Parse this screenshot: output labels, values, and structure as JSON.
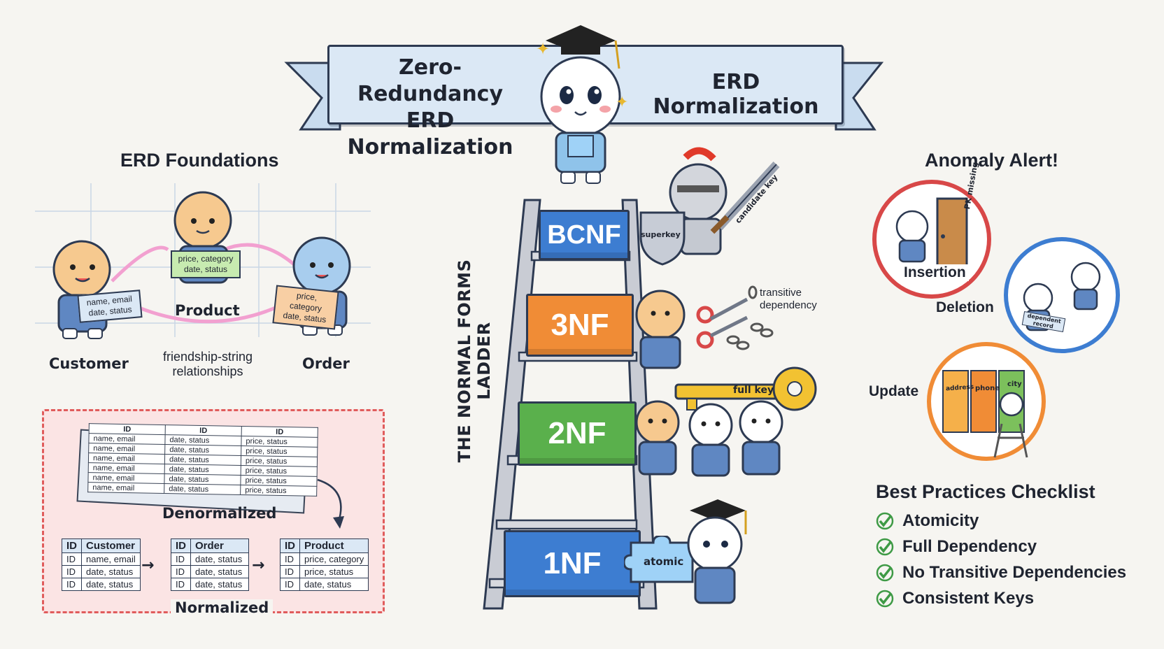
{
  "header": {
    "title_left_line1": "Zero-Redundancy",
    "title_left_line2": "ERD Normalization",
    "title_right": "ERD Normalization"
  },
  "foundations": {
    "title": "ERD Foundations",
    "entities": [
      {
        "name": "Customer",
        "card_text": [
          "name, email",
          "date, status"
        ]
      },
      {
        "name": "Product",
        "card_text": [
          "price, category",
          "date, status"
        ]
      },
      {
        "name": "Order",
        "card_text": [
          "price, category",
          "date, status"
        ]
      }
    ],
    "relationship_caption": [
      "friendship-string",
      "relationships"
    ]
  },
  "denormalized": {
    "label": "Denormalized",
    "headers": [
      "ID",
      "ID",
      "ID"
    ],
    "rows": [
      [
        "name, email",
        "date, status",
        "price, status"
      ],
      [
        "name, email",
        "date, status",
        "price, status"
      ],
      [
        "name, email",
        "date, status",
        "price, status"
      ],
      [
        "name, email",
        "date, status",
        "price, status"
      ],
      [
        "name, email",
        "date, status",
        "price, status"
      ],
      [
        "name, email",
        "date, status",
        "price, status"
      ]
    ]
  },
  "normalized": {
    "label": "Normalized",
    "tables": [
      {
        "headers": [
          "ID",
          "Customer"
        ],
        "rows": [
          [
            "ID",
            "name, email"
          ],
          [
            "ID",
            "date, status"
          ],
          [
            "ID",
            "date, status"
          ]
        ]
      },
      {
        "headers": [
          "ID",
          "Order"
        ],
        "rows": [
          [
            "ID",
            "date, status"
          ],
          [
            "ID",
            "date, status"
          ],
          [
            "ID",
            "date, status"
          ]
        ]
      },
      {
        "headers": [
          "ID",
          "Product"
        ],
        "rows": [
          [
            "ID",
            "price, category"
          ],
          [
            "ID",
            "price, status"
          ],
          [
            "ID",
            "date, status"
          ]
        ]
      }
    ]
  },
  "ladder": {
    "title": "THE NORMAL FORMS LADDER",
    "rungs": [
      {
        "label": "BCNF",
        "color": "#3d7dd1",
        "props": [
          "superkey",
          "candidate key"
        ]
      },
      {
        "label": "3NF",
        "color": "#f08c36",
        "props": [
          "transitive",
          "dependency"
        ]
      },
      {
        "label": "2NF",
        "color": "#5ab04c",
        "props": [
          "full key"
        ]
      },
      {
        "label": "1NF",
        "color": "#3d7dd1",
        "props": [
          "atomic"
        ]
      }
    ]
  },
  "anomalies": {
    "title": "Anomaly Alert!",
    "items": [
      {
        "label": "Insertion",
        "color": "#d84848",
        "prop": "PK missing"
      },
      {
        "label": "Deletion",
        "color": "#3d7dd1",
        "prop": "dependent record"
      },
      {
        "label": "Update",
        "color": "#f08c36",
        "prop_columns": [
          "address",
          "phone",
          "city"
        ]
      }
    ]
  },
  "checklist": {
    "title": "Best Practices Checklist",
    "items": [
      "Atomicity",
      "Full Dependency",
      "No Transitive Dependencies",
      "Consistent Keys"
    ],
    "check_color": "#3e9a45"
  }
}
